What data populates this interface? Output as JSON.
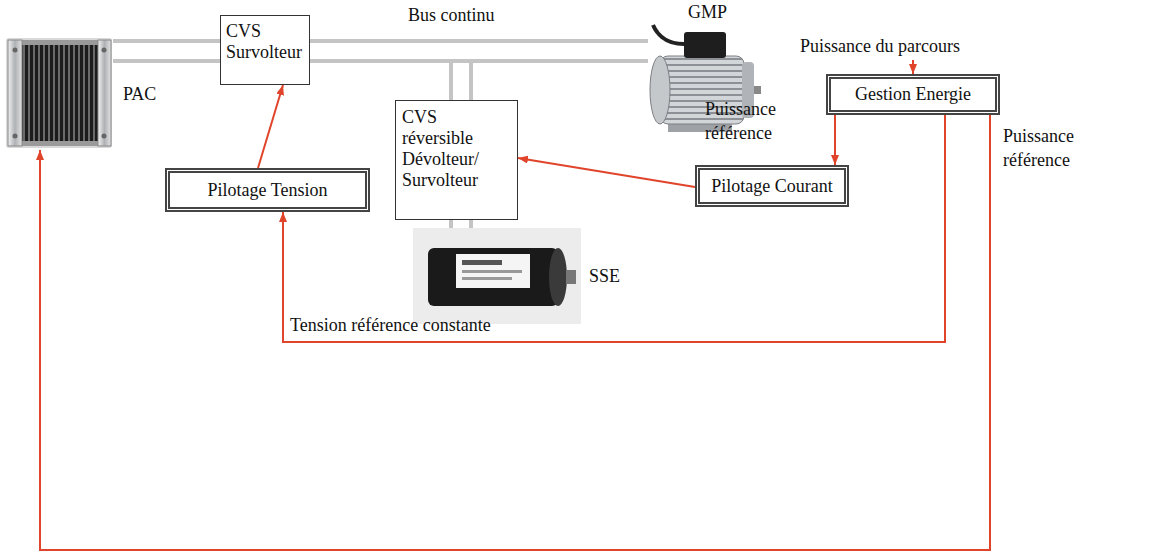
{
  "diagram": {
    "nodes": [
      {
        "text": [
          "PAC"
        ]
      },
      {
        "text": [
          "CVS Survolteur"
        ]
      },
      {
        "text": [
          "GMP"
        ]
      },
      {
        "text": [
          "Gestion Energie"
        ]
      },
      {
        "text": [
          "CVS réversible Dévolteur/ Survolteur"
        ]
      },
      {
        "text": [
          "Pilotage Tension"
        ]
      },
      {
        "text": [
          "Pilotage Courant"
        ]
      },
      {
        "text": [
          "SSE"
        ]
      }
    ],
    "edges": [
      {
        "from": 0,
        "to": 1,
        "arrow": "none"
      },
      {
        "from": 1,
        "to": 2,
        "arrow": "none",
        "label": "Bus continu"
      },
      {
        "from": 1,
        "to": 4,
        "arrow": "none"
      },
      {
        "from": 4,
        "to": 7,
        "arrow": "none"
      },
      {
        "from": 3,
        "to": 6,
        "arrow": "to",
        "label": "Puissance référence"
      },
      {
        "from": 6,
        "to": 4,
        "arrow": "to"
      },
      {
        "from": 5,
        "to": 1,
        "arrow": "to"
      },
      {
        "from": 3,
        "to": 5,
        "arrow": "to",
        "label": "Tension référence constante"
      },
      {
        "from": 3,
        "to": 0,
        "arrow": "to",
        "label": "Puissance référence"
      }
    ],
    "labels": [
      "Puissance du parcours"
    ]
  }
}
